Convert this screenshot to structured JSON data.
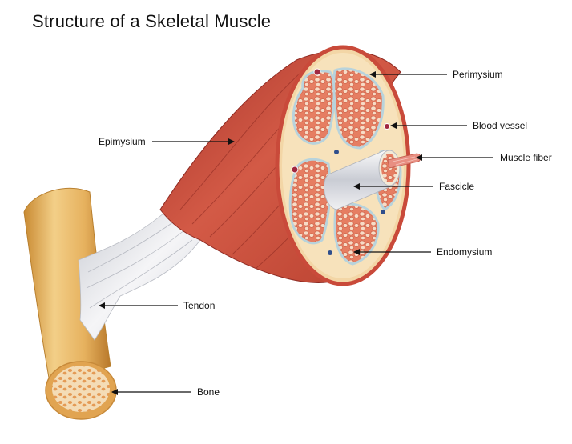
{
  "title": "Structure of a Skeletal Muscle",
  "labels": {
    "perimysium": "Perimysium",
    "blood_vessel": "Blood vessel",
    "muscle_fiber": "Muscle fiber",
    "epimysium": "Epimysium",
    "fascicle": "Fascicle",
    "endomysium": "Endomysium",
    "tendon": "Tendon",
    "bone": "Bone"
  },
  "colors": {
    "muscle": "#c8463a",
    "muscle_dark": "#9e2f25",
    "fascicle_fill": "#e8866a",
    "sheath": "#f6dcae",
    "bone": "#e8b765",
    "tendon": "#dfe1e6",
    "vessel": "#a02840"
  }
}
